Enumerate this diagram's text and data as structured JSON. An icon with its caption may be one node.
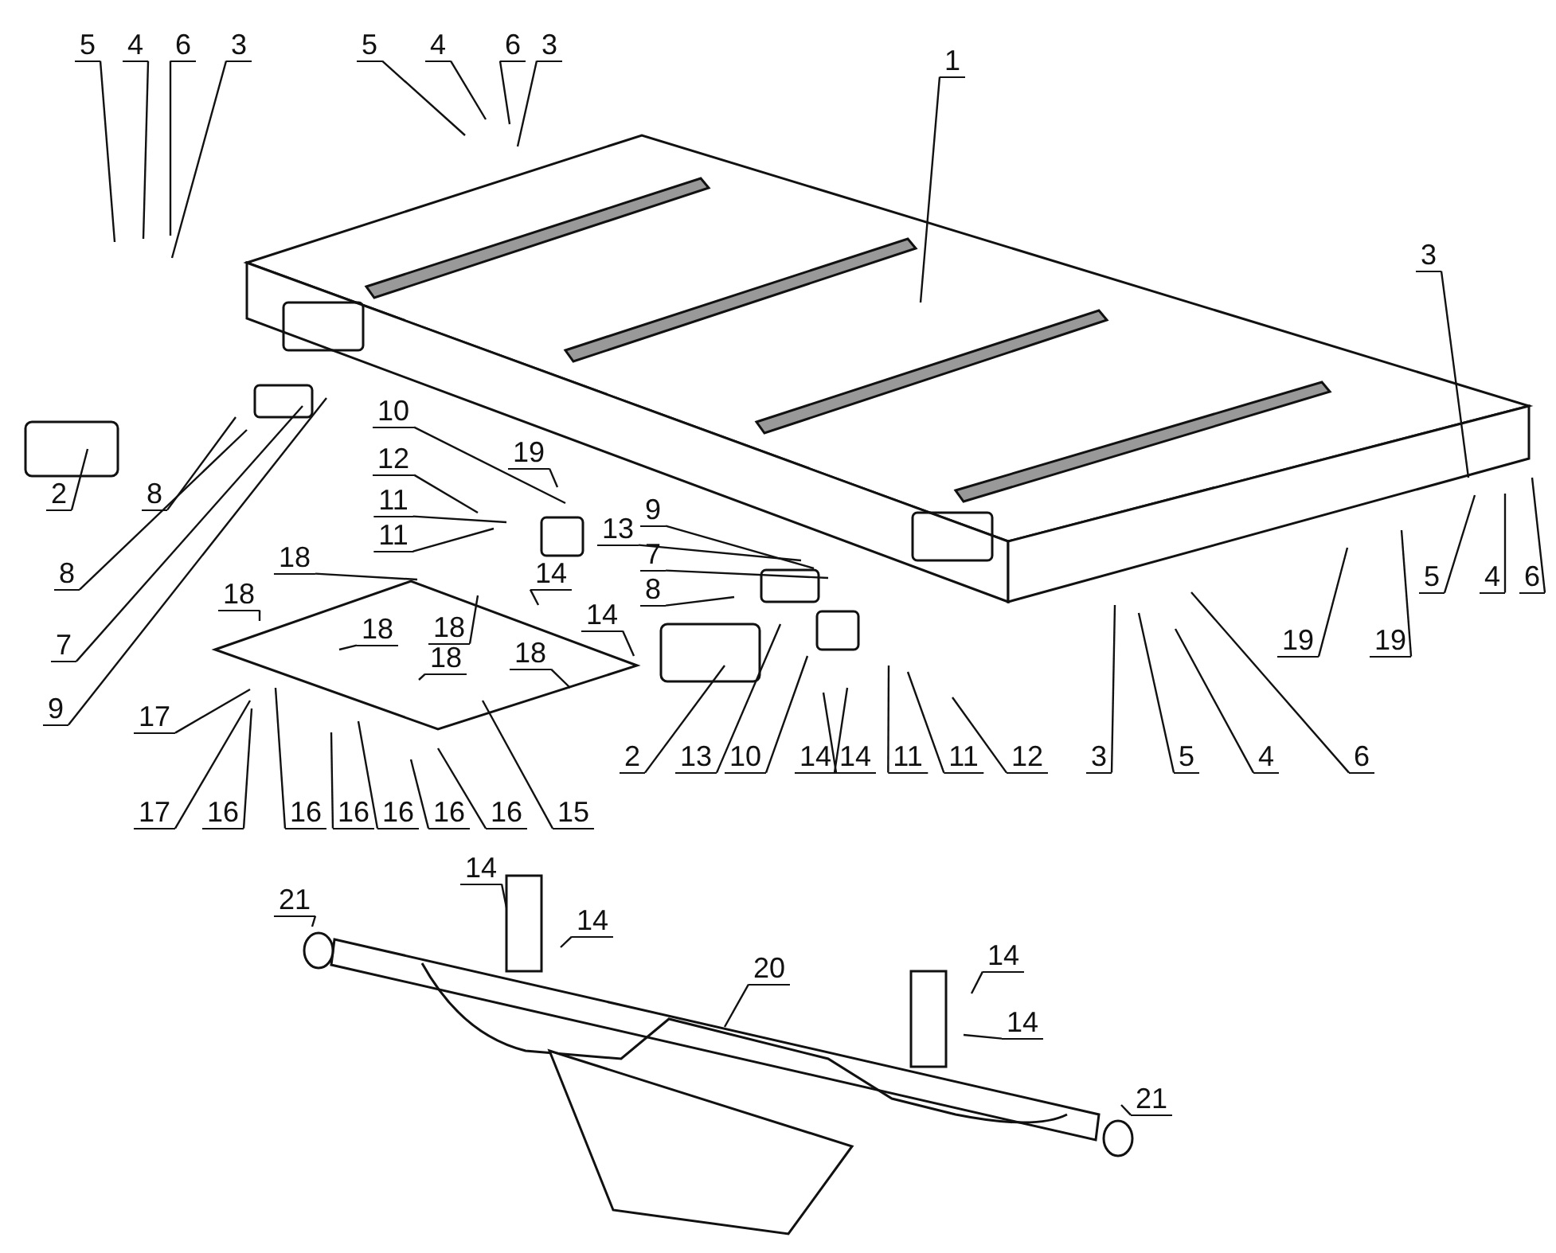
{
  "diagram": {
    "nodes": [
      {
        "text": [
          "5"
        ]
      },
      {
        "text": [
          "4"
        ]
      },
      {
        "text": [
          "6"
        ]
      },
      {
        "text": [
          "3"
        ]
      },
      {
        "text": [
          "5"
        ]
      },
      {
        "text": [
          "4"
        ]
      },
      {
        "text": [
          "6"
        ]
      },
      {
        "text": [
          "3"
        ]
      },
      {
        "text": [
          "1"
        ]
      },
      {
        "text": [
          "3"
        ]
      },
      {
        "text": [
          "10"
        ]
      },
      {
        "text": [
          "2"
        ]
      },
      {
        "text": [
          "8"
        ]
      },
      {
        "text": [
          "12"
        ]
      },
      {
        "text": [
          "19"
        ]
      },
      {
        "text": [
          "11"
        ]
      },
      {
        "text": [
          "9"
        ]
      },
      {
        "text": [
          "13"
        ]
      },
      {
        "text": [
          "11"
        ]
      },
      {
        "text": [
          "8"
        ]
      },
      {
        "text": [
          "7"
        ]
      },
      {
        "text": [
          "14"
        ]
      },
      {
        "text": [
          "8"
        ]
      },
      {
        "text": [
          "5"
        ]
      },
      {
        "text": [
          "4"
        ]
      },
      {
        "text": [
          "6"
        ]
      },
      {
        "text": [
          "18"
        ]
      },
      {
        "text": [
          "14"
        ]
      },
      {
        "text": [
          "18"
        ]
      },
      {
        "text": [
          "18"
        ]
      },
      {
        "text": [
          "19"
        ]
      },
      {
        "text": [
          "19"
        ]
      },
      {
        "text": [
          "18"
        ]
      },
      {
        "text": [
          "7"
        ]
      },
      {
        "text": [
          "18"
        ]
      },
      {
        "text": [
          "18"
        ]
      },
      {
        "text": [
          "9"
        ]
      },
      {
        "text": [
          "17"
        ]
      },
      {
        "text": [
          "2"
        ]
      },
      {
        "text": [
          "13"
        ]
      },
      {
        "text": [
          "10"
        ]
      },
      {
        "text": [
          "14"
        ]
      },
      {
        "text": [
          "14"
        ]
      },
      {
        "text": [
          "11"
        ]
      },
      {
        "text": [
          "11"
        ]
      },
      {
        "text": [
          "12"
        ]
      },
      {
        "text": [
          "3"
        ]
      },
      {
        "text": [
          "5"
        ]
      },
      {
        "text": [
          "4"
        ]
      },
      {
        "text": [
          "6"
        ]
      },
      {
        "text": [
          "17"
        ]
      },
      {
        "text": [
          "16"
        ]
      },
      {
        "text": [
          "16"
        ]
      },
      {
        "text": [
          "16"
        ]
      },
      {
        "text": [
          "16"
        ]
      },
      {
        "text": [
          "16"
        ]
      },
      {
        "text": [
          "16"
        ]
      },
      {
        "text": [
          "15"
        ]
      },
      {
        "text": [
          "14"
        ]
      },
      {
        "text": [
          "21"
        ]
      },
      {
        "text": [
          "14"
        ]
      },
      {
        "text": [
          "14"
        ]
      },
      {
        "text": [
          "20"
        ]
      },
      {
        "text": [
          "14"
        ]
      },
      {
        "text": [
          "21"
        ]
      }
    ],
    "edges": [
      {
        "from": 0,
        "to": null,
        "arrow": "none"
      },
      {
        "from": 1,
        "to": null,
        "arrow": "none"
      },
      {
        "from": 2,
        "to": null,
        "arrow": "none"
      },
      {
        "from": 3,
        "to": null,
        "arrow": "none"
      },
      {
        "from": 4,
        "to": null,
        "arrow": "none"
      },
      {
        "from": 5,
        "to": null,
        "arrow": "none"
      },
      {
        "from": 6,
        "to": null,
        "arrow": "none"
      },
      {
        "from": 7,
        "to": null,
        "arrow": "none"
      },
      {
        "from": 8,
        "to": null,
        "arrow": "none"
      },
      {
        "from": 9,
        "to": null,
        "arrow": "none"
      },
      {
        "from": 10,
        "to": null,
        "arrow": "none"
      },
      {
        "from": 11,
        "to": null,
        "arrow": "none"
      },
      {
        "from": 12,
        "to": null,
        "arrow": "none"
      },
      {
        "from": 13,
        "to": null,
        "arrow": "none"
      },
      {
        "from": 14,
        "to": null,
        "arrow": "none"
      },
      {
        "from": 15,
        "to": null,
        "arrow": "none"
      },
      {
        "from": 16,
        "to": null,
        "arrow": "none"
      },
      {
        "from": 17,
        "to": null,
        "arrow": "none"
      },
      {
        "from": 18,
        "to": null,
        "arrow": "none"
      },
      {
        "from": 19,
        "to": null,
        "arrow": "none"
      },
      {
        "from": 20,
        "to": null,
        "arrow": "none"
      },
      {
        "from": 21,
        "to": null,
        "arrow": "none"
      },
      {
        "from": 22,
        "to": null,
        "arrow": "none"
      },
      {
        "from": 23,
        "to": null,
        "arrow": "none"
      },
      {
        "from": 24,
        "to": null,
        "arrow": "none"
      },
      {
        "from": 25,
        "to": null,
        "arrow": "none"
      },
      {
        "from": 26,
        "to": null,
        "arrow": "none"
      },
      {
        "from": 27,
        "to": null,
        "arrow": "none"
      },
      {
        "from": 28,
        "to": null,
        "arrow": "none"
      },
      {
        "from": 29,
        "to": null,
        "arrow": "none"
      },
      {
        "from": 30,
        "to": null,
        "arrow": "none"
      },
      {
        "from": 31,
        "to": null,
        "arrow": "none"
      },
      {
        "from": 32,
        "to": null,
        "arrow": "none"
      },
      {
        "from": 33,
        "to": null,
        "arrow": "none"
      },
      {
        "from": 34,
        "to": null,
        "arrow": "none"
      },
      {
        "from": 35,
        "to": null,
        "arrow": "none"
      },
      {
        "from": 36,
        "to": null,
        "arrow": "none"
      },
      {
        "from": 37,
        "to": null,
        "arrow": "none"
      },
      {
        "from": 38,
        "to": null,
        "arrow": "none"
      },
      {
        "from": 39,
        "to": null,
        "arrow": "none"
      },
      {
        "from": 40,
        "to": null,
        "arrow": "none"
      },
      {
        "from": 41,
        "to": null,
        "arrow": "none"
      },
      {
        "from": 42,
        "to": null,
        "arrow": "none"
      },
      {
        "from": 43,
        "to": null,
        "arrow": "none"
      },
      {
        "from": 44,
        "to": null,
        "arrow": "none"
      },
      {
        "from": 45,
        "to": null,
        "arrow": "none"
      },
      {
        "from": 46,
        "to": null,
        "arrow": "none"
      },
      {
        "from": 47,
        "to": null,
        "arrow": "none"
      },
      {
        "from": 48,
        "to": null,
        "arrow": "none"
      },
      {
        "from": 49,
        "to": null,
        "arrow": "none"
      },
      {
        "from": 50,
        "to": null,
        "arrow": "none"
      },
      {
        "from": 51,
        "to": null,
        "arrow": "none"
      },
      {
        "from": 52,
        "to": null,
        "arrow": "none"
      },
      {
        "from": 53,
        "to": null,
        "arrow": "none"
      },
      {
        "from": 54,
        "to": null,
        "arrow": "none"
      },
      {
        "from": 55,
        "to": null,
        "arrow": "none"
      },
      {
        "from": 56,
        "to": null,
        "arrow": "none"
      },
      {
        "from": 57,
        "to": null,
        "arrow": "none"
      },
      {
        "from": 58,
        "to": null,
        "arrow": "none"
      },
      {
        "from": 59,
        "to": null,
        "arrow": "none"
      },
      {
        "from": 60,
        "to": null,
        "arrow": "none"
      },
      {
        "from": 61,
        "to": null,
        "arrow": "none"
      },
      {
        "from": 62,
        "to": null,
        "arrow": "none"
      },
      {
        "from": 63,
        "to": null,
        "arrow": "none"
      },
      {
        "from": 64,
        "to": null,
        "arrow": "none"
      }
    ]
  }
}
